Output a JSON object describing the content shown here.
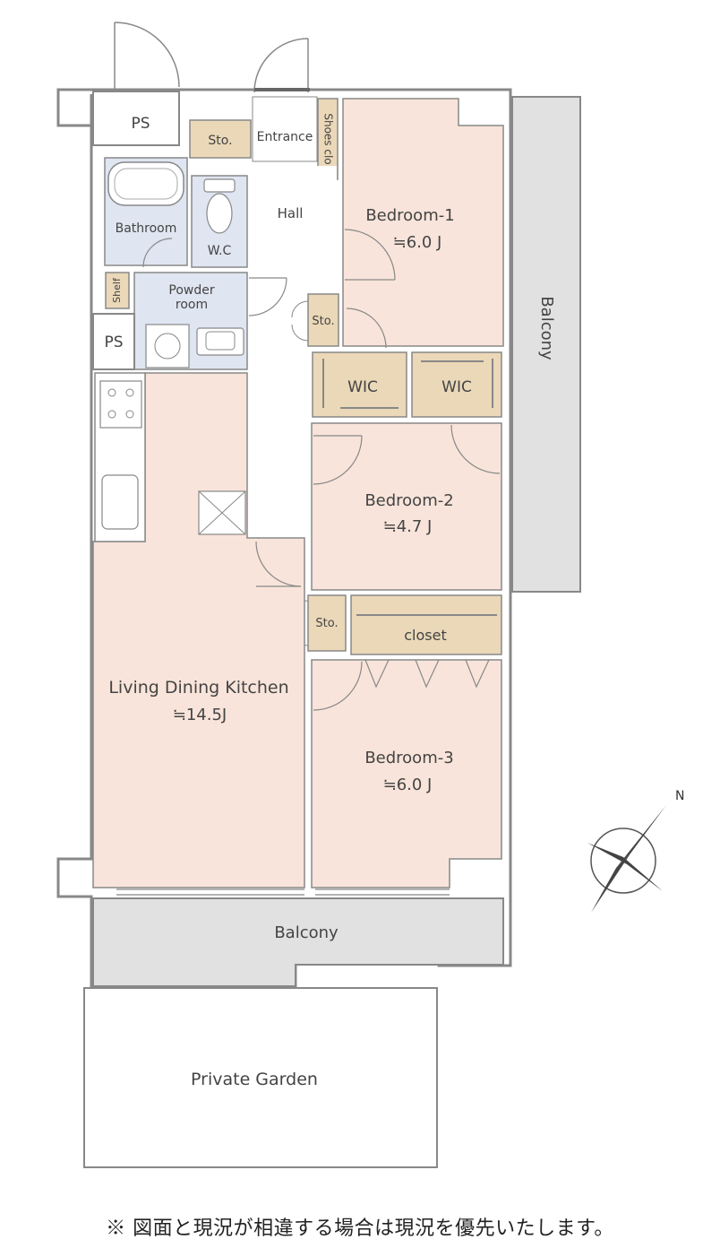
{
  "colors": {
    "wall": "#888888",
    "room": "#f8e4da",
    "wet": "#dfe5f1",
    "storage": "#ead8b8",
    "balcony": "#e1e1e1",
    "hall": "#ffffff"
  },
  "rooms": {
    "ps_top": "PS",
    "sto_top": "Sto.",
    "entrance": "Entrance",
    "shoes": "Shoes clo",
    "bathroom": "Bathroom",
    "wc": "W.C",
    "hall": "Hall",
    "shelf": "Shelf",
    "powder_line1": "Powder",
    "powder_line2": "room",
    "ps_mid": "PS",
    "sto_mid": "Sto.",
    "bedroom1": "Bedroom-1",
    "bedroom1_size": "≒6.0 J",
    "wic1": "WIC",
    "wic2": "WIC",
    "bedroom2": "Bedroom-2",
    "bedroom2_size": "≒4.7 J",
    "sto_low": "Sto.",
    "closet": "closet",
    "ldk": "Living Dining Kitchen",
    "ldk_size": "≒14.5J",
    "bedroom3": "Bedroom-3",
    "bedroom3_size": "≒6.0 J",
    "balcony_side": "Balcony",
    "balcony_bottom": "Balcony",
    "garden": "Private Garden"
  },
  "compass": {
    "north_label": "N"
  },
  "footnote": "※ 図面と現況が相違する場合は現況を優先いたします。"
}
